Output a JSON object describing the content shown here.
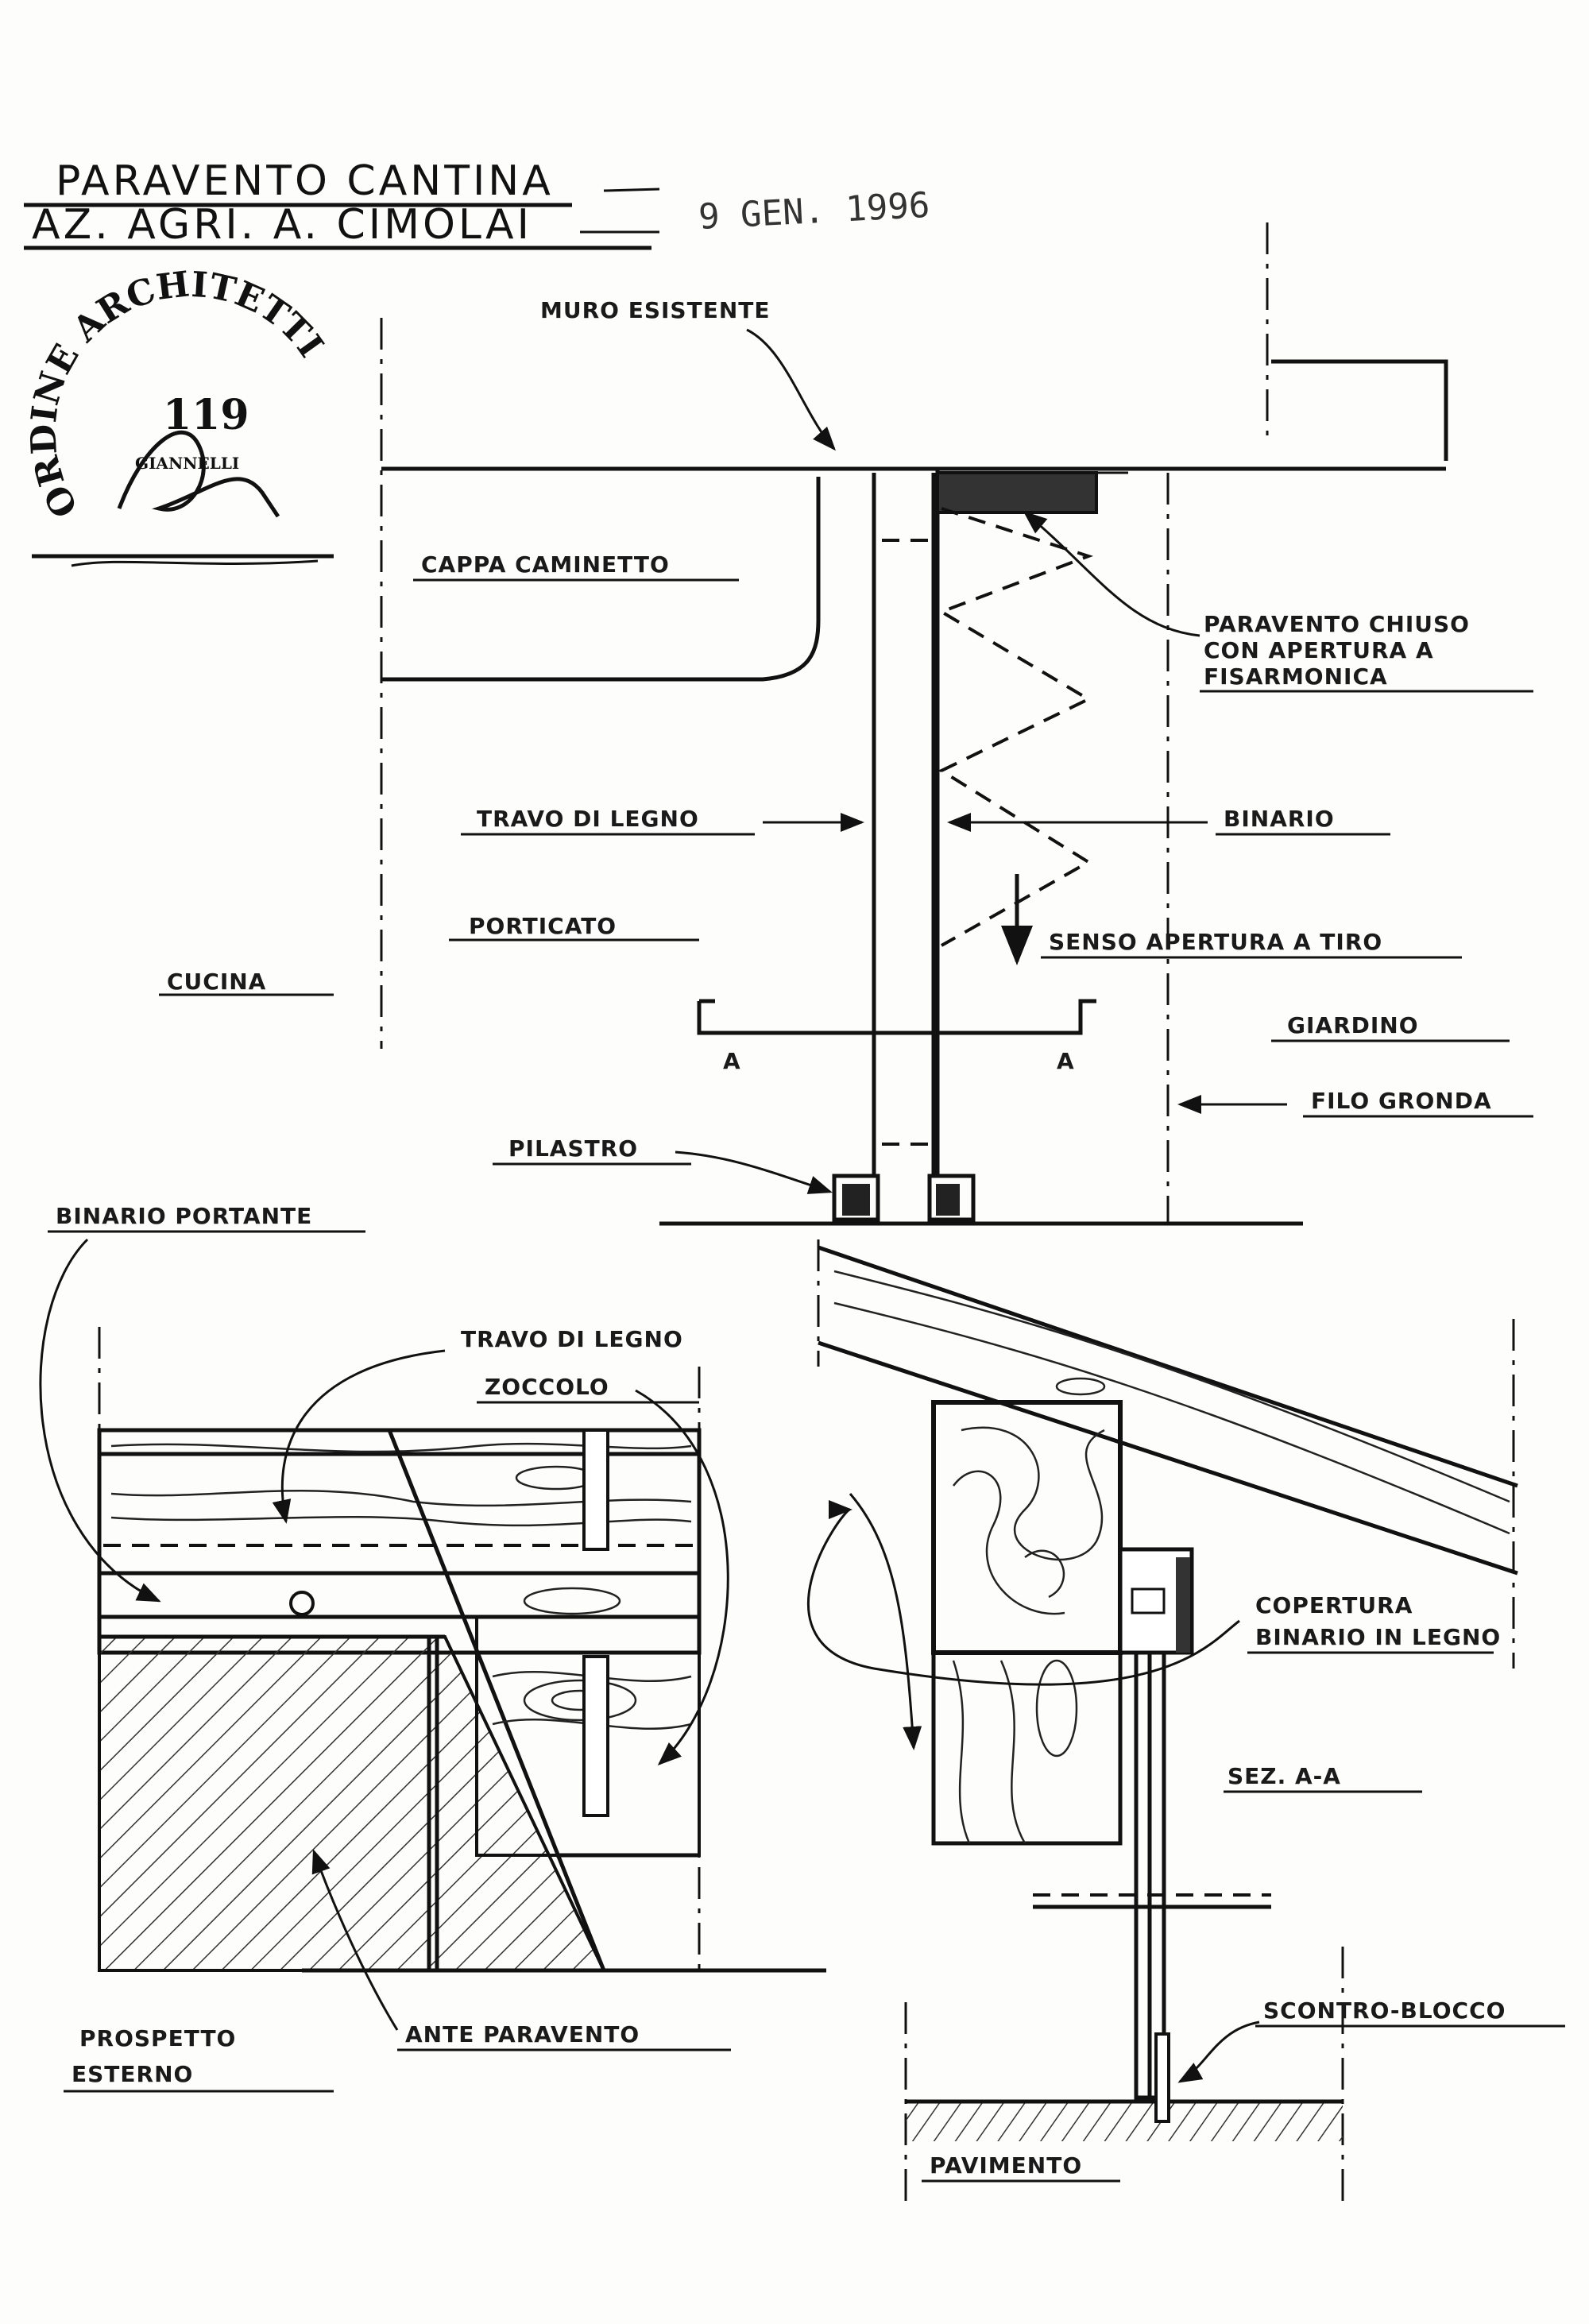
{
  "title": {
    "line1": "PARAVENTO CANTINA",
    "line2": "AZ. AGRI. A. CIMOLAI",
    "date_stamp": "9 GEN. 1996"
  },
  "seal": {
    "arc_text": "ORDINE ARCHITETTI",
    "number": "119",
    "name": "GIANNELLI"
  },
  "plan_labels": {
    "muro_esistente": "MURO ESISTENTE",
    "cappa_caminetto": "CAPPA CAMINETTO",
    "paravento_chiuso": [
      "PARAVENTO CHIUSO",
      "CON APERTURA A",
      "FISARMONICA"
    ],
    "travo_di_legno": "TRAVO DI LEGNO",
    "binario": "BINARIO",
    "porticato": "PORTICATO",
    "senso_apertura": "SENSO APERTURA A TIRO",
    "cucina": "CUCINA",
    "giardino": "GIARDINO",
    "section_marker": "A",
    "filo_gronda": "FILO GRONDA",
    "pilastro": "PILASTRO"
  },
  "elevation_labels": {
    "binario_portante": "BINARIO PORTANTE",
    "travo_di_legno": "TRAVO DI LEGNO",
    "zoccolo": "ZOCCOLO",
    "prospetto_esterno": [
      "PROSPETTO",
      "ESTERNO"
    ],
    "ante_paravento": "ANTE PARAVENTO"
  },
  "section_labels": {
    "copertura_binario": [
      "COPERTURA",
      "BINARIO IN LEGNO"
    ],
    "sez": "SEZ. A-A",
    "scontro_blocco": "SCONTRO-BLOCCO",
    "pavimento": "PAVIMENTO"
  },
  "icons": {
    "section_cut": "section-cut-arrow",
    "leader": "leader-arrow"
  }
}
